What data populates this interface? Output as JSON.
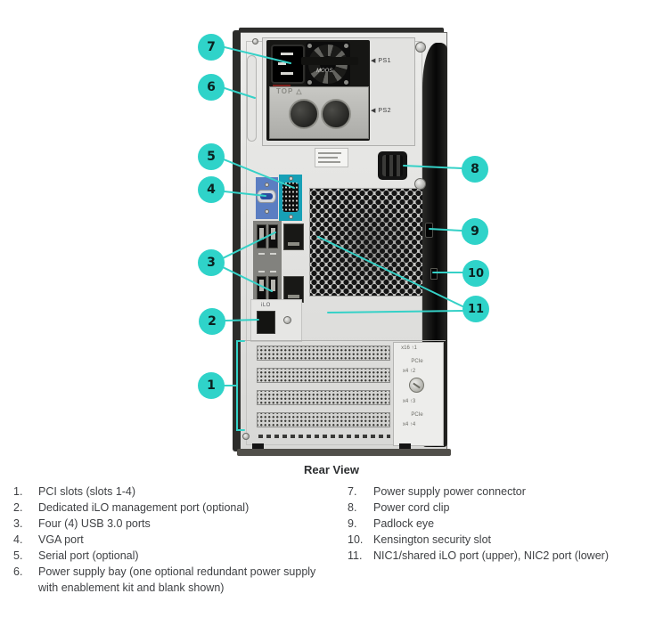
{
  "title": "Rear View",
  "legend": {
    "left": [
      {
        "num": "1.",
        "label": "PCI slots (slots 1-4)"
      },
      {
        "num": "2.",
        "label": "Dedicated iLO management port (optional)"
      },
      {
        "num": "3.",
        "label": "Four (4) USB 3.0 ports"
      },
      {
        "num": "4.",
        "label": "VGA port"
      },
      {
        "num": "5.",
        "label": "Serial port (optional)"
      },
      {
        "num": "6.",
        "label": "Power supply bay (one optional redundant power supply with enablement kit and blank shown)"
      }
    ],
    "right": [
      {
        "num": "7.",
        "label": "Power supply power connector"
      },
      {
        "num": "8.",
        "label": "Power cord clip"
      },
      {
        "num": "9.",
        "label": "Padlock eye"
      },
      {
        "num": "10.",
        "label": "Kensington security slot"
      },
      {
        "num": "11.",
        "label": "NIC1/shared iLO port (upper), NIC2 port (lower)"
      }
    ]
  },
  "diagram": {
    "callouts": [
      "1",
      "2",
      "3",
      "4",
      "5",
      "6",
      "7",
      "8",
      "9",
      "10",
      "11"
    ],
    "labels": {
      "ps1": "◀ PS1",
      "ps2": "◀ PS2",
      "top_stamp": "TOP △",
      "fan": "MOOS",
      "ilo": "iLO",
      "pcie": [
        "x16 ↑1",
        "PCIe",
        "x4 ↑2",
        "x4 ↑3",
        "PCIe",
        "x4 ↑4"
      ]
    },
    "colors": {
      "callout": "#2fd3c9",
      "leader_line": "#35d1c7",
      "vga_panel": "#5b7ec2",
      "serial_panel": "#17a0b6"
    }
  }
}
